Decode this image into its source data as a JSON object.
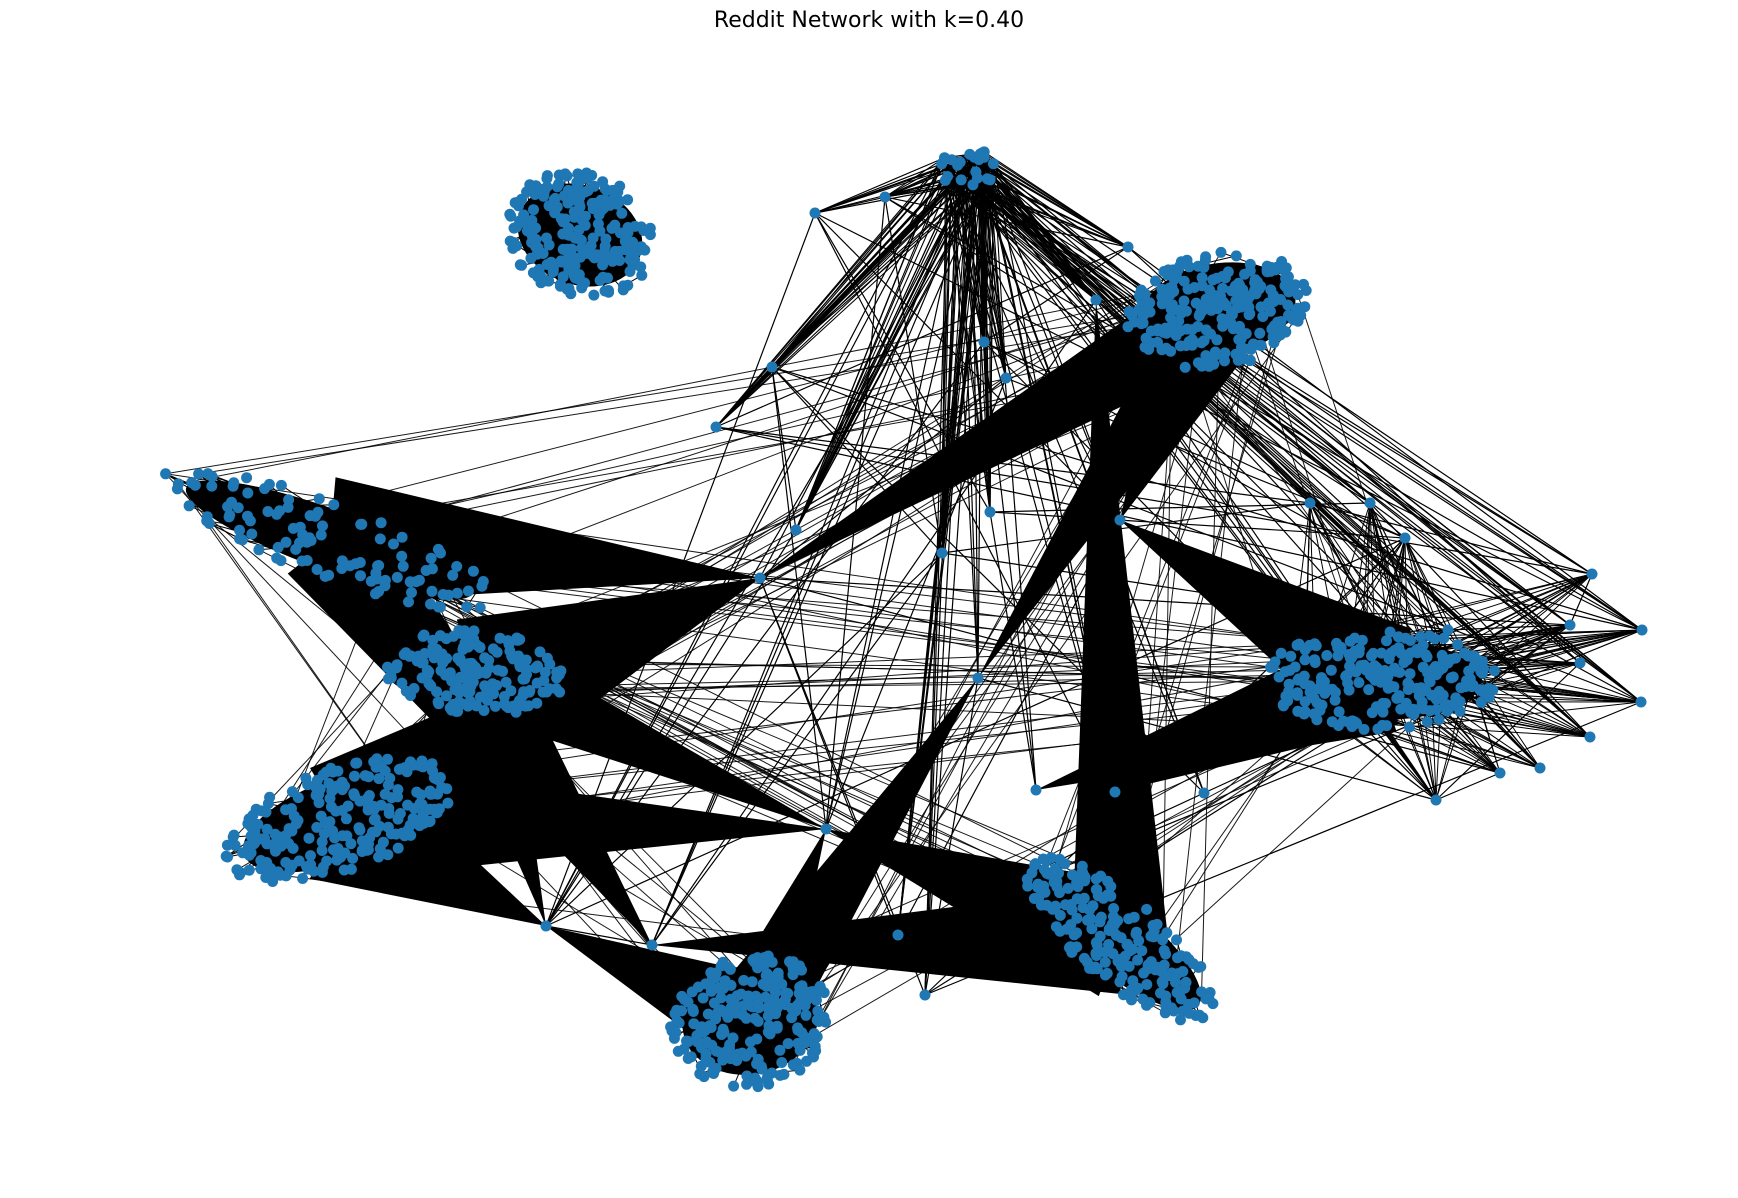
{
  "title": "Reddit Network with k=0.40",
  "node_color": "#1f77b4",
  "edge_color": "#000000",
  "background": "#ffffff",
  "layout": "spring",
  "k": 0.4
}
